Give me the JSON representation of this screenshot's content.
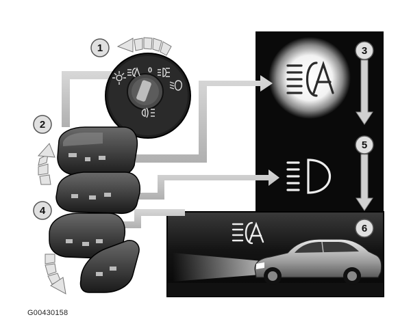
{
  "figure_code": "G00430158",
  "callouts": [
    "1",
    "2",
    "3",
    "4",
    "5",
    "6"
  ],
  "dial": {
    "zero_label": "0"
  },
  "icons": {
    "auto_headlight_large": "auto-headlight-icon",
    "main_beam": "main-beam-icon",
    "auto_headlight_small": "auto-headlight-icon",
    "dial_sidelight": "sidelight-icon",
    "dial_auto": "auto-headlight-icon",
    "dial_parking": "parking-light-icon",
    "dial_dipped": "dipped-beam-icon",
    "dial_fog": "fog-light-icon"
  },
  "colors": {
    "panel": "#0a0a0a",
    "arrow": "#c8c8c8",
    "callout": "#e0e0e0"
  }
}
